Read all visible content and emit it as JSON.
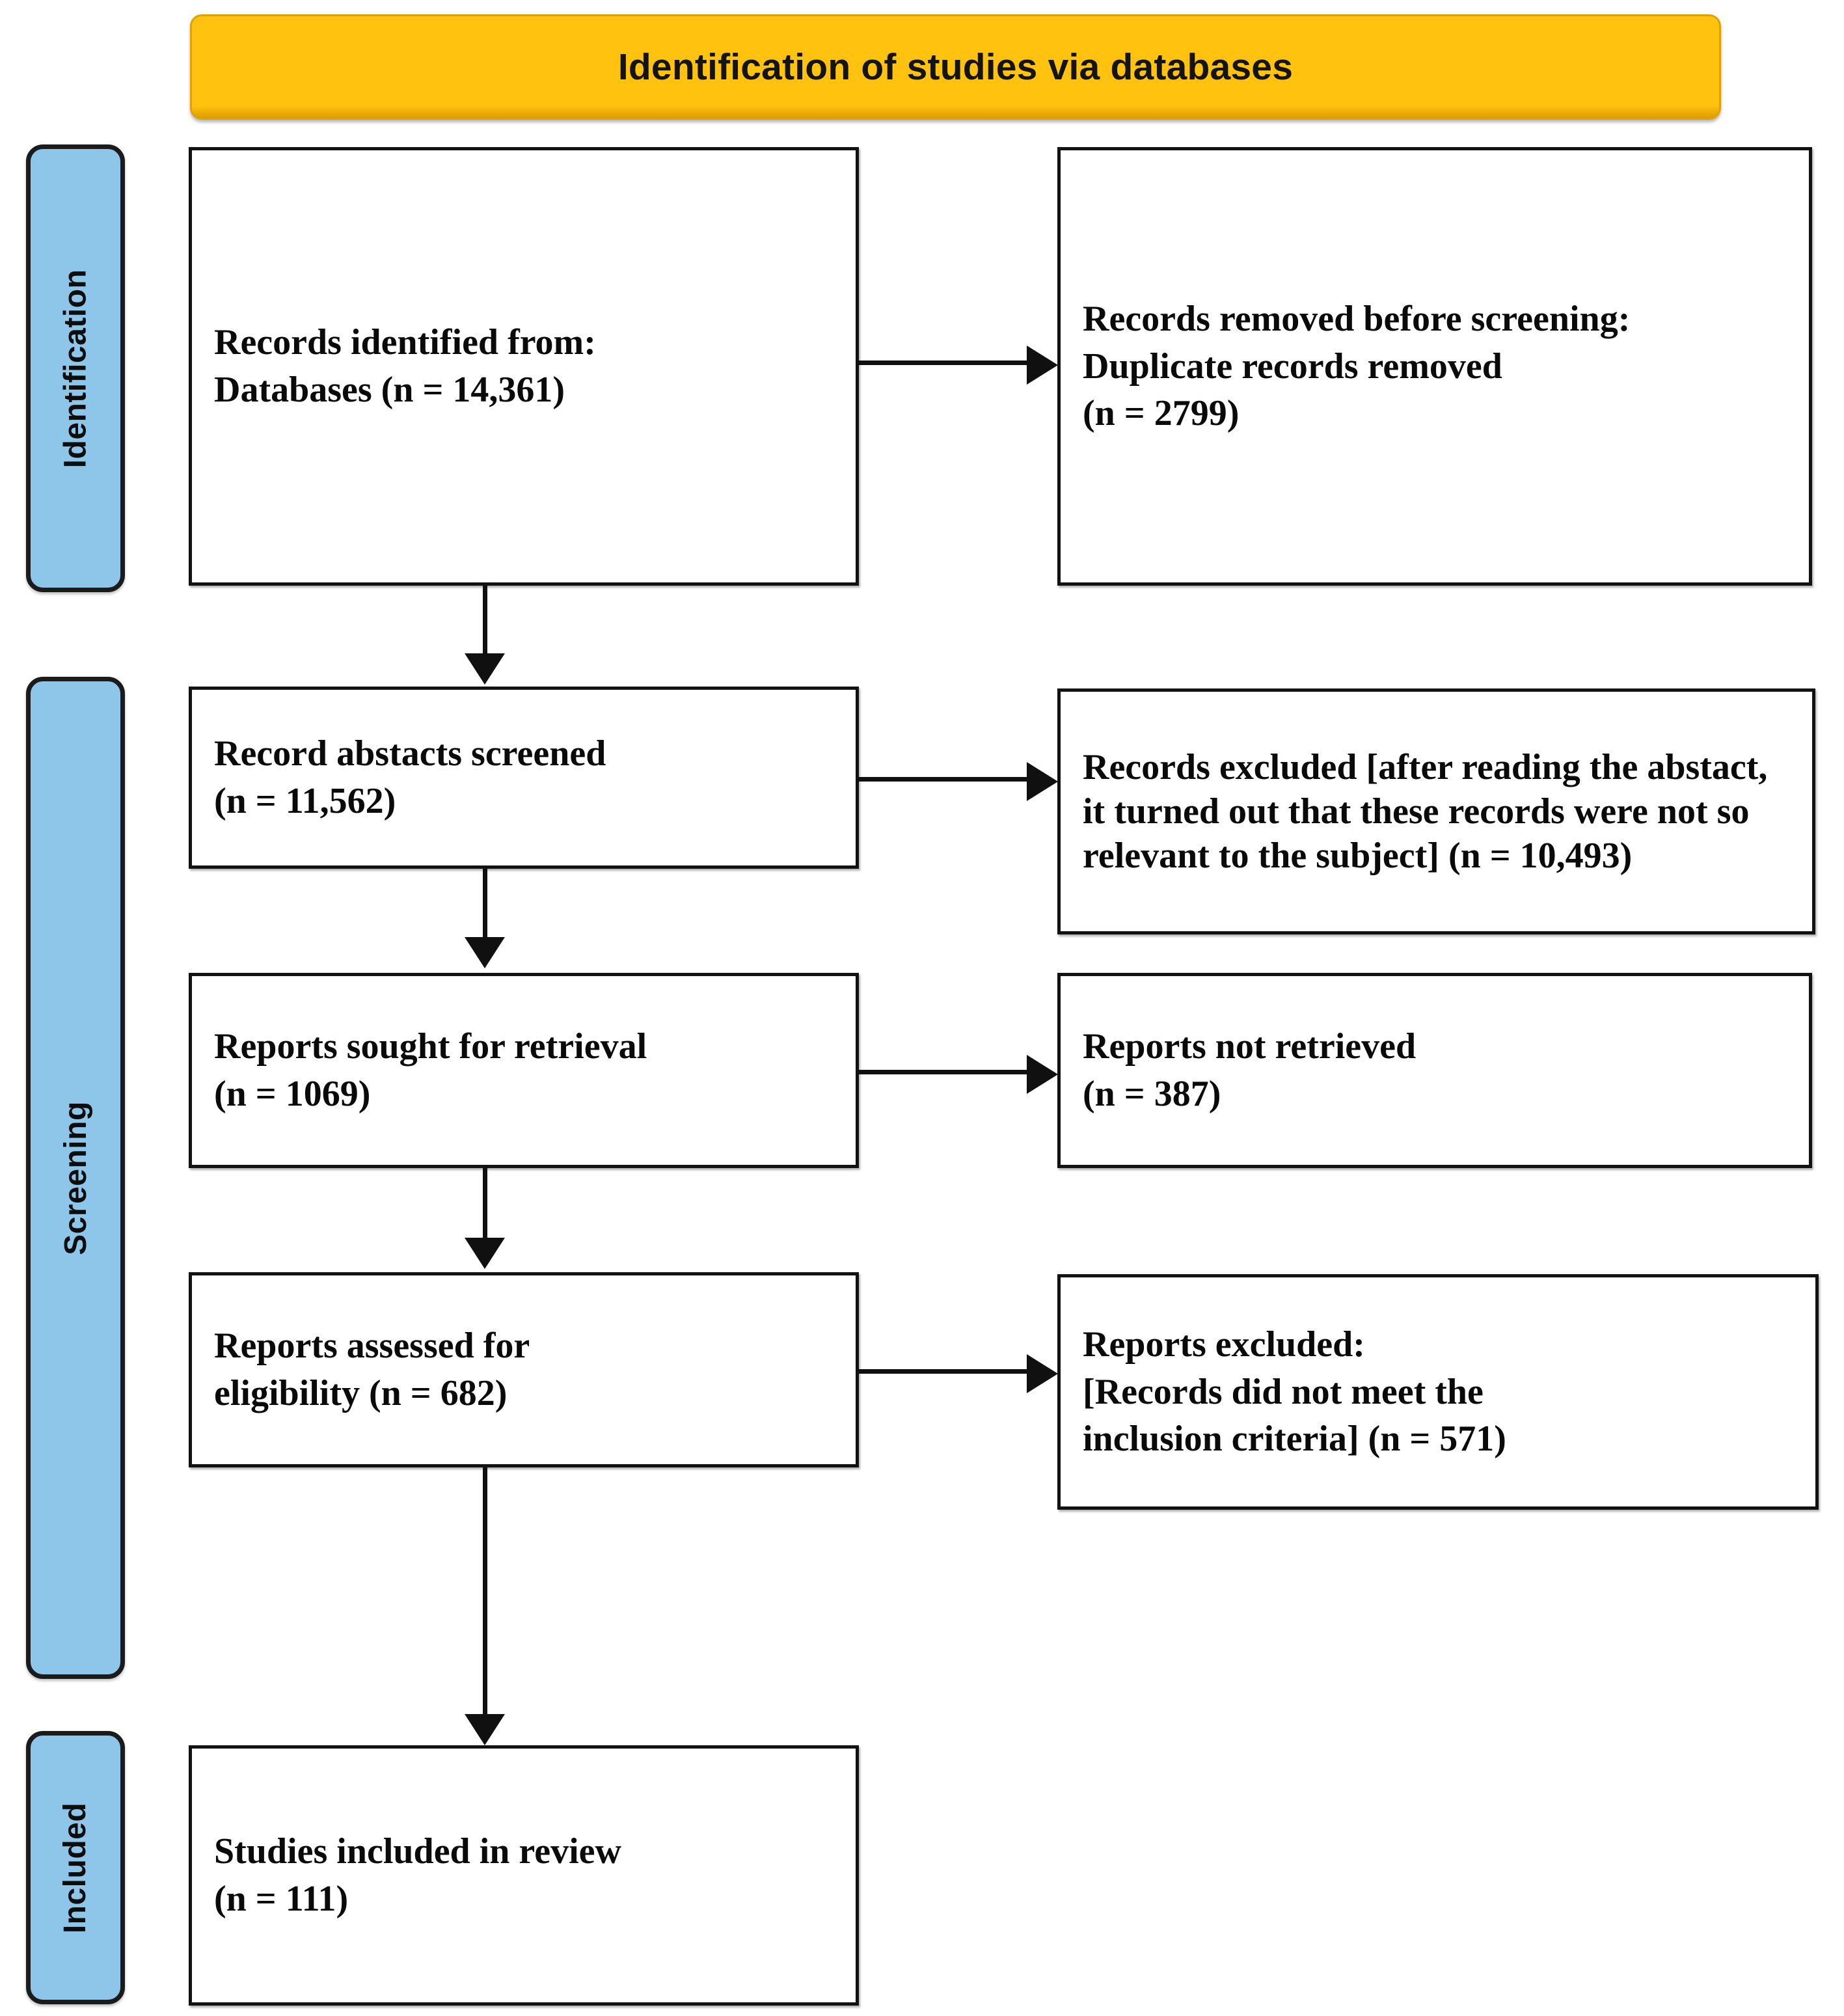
{
  "diagram": {
    "type": "PRISMA flow diagram",
    "header": {
      "label": "Identification of studies via databases",
      "background_color": "#FFC20E",
      "text_color": "#141414"
    },
    "stage_bars": [
      {
        "label": "Identification",
        "background_color": "#8EC6EA",
        "border_color": "#1B1B1B"
      },
      {
        "label": "Screening",
        "background_color": "#8EC6EA",
        "border_color": "#1B1B1B"
      },
      {
        "label": "Included",
        "background_color": "#8EC6EA",
        "border_color": "#1B1B1B"
      }
    ],
    "boxes": {
      "identified": {
        "text": "Records identified from:\nDatabases (n = 14,361)",
        "n": 14361
      },
      "removed_before_screening": {
        "text": "Records removed before screening:\nDuplicate records removed\n(n = 2799)",
        "n": 2799
      },
      "abstracts_screened": {
        "text": "Record abstacts screened\n(n = 11,562)",
        "n": 11562
      },
      "records_excluded": {
        "text": "Records excluded [after reading the abstact, it turned out that these records were not so relevant to the subject] (n = 10,493)",
        "n": 10493
      },
      "reports_sought": {
        "text": "Reports sought for retrieval\n(n = 1069)",
        "n": 1069
      },
      "reports_not_retrieved": {
        "text": "Reports not retrieved\n(n = 387)",
        "n": 387
      },
      "reports_assessed": {
        "text": "Reports assessed for\neligibility (n = 682)",
        "n": 682
      },
      "reports_excluded": {
        "text": "Reports excluded:\n[Records did not meet the\ninclusion criteria] (n = 571)",
        "n": 571
      },
      "studies_included": {
        "text": "Studies included in review\n(n = 111)",
        "n": 111
      }
    }
  }
}
